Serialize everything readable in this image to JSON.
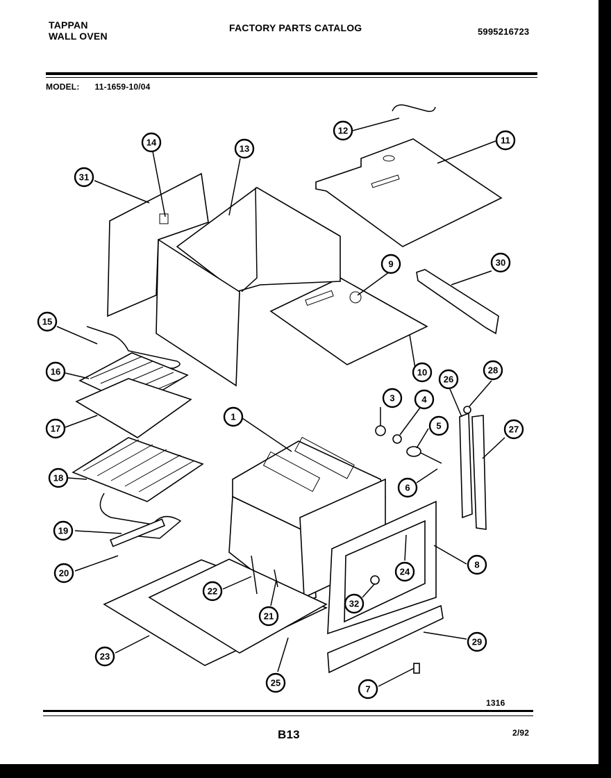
{
  "header": {
    "brand_line1": "TAPPAN",
    "brand_line2": "WALL OVEN",
    "catalog_title": "FACTORY PARTS CATALOG",
    "catalog_number": "5995216723"
  },
  "model": {
    "label": "MODEL:",
    "value": "11-1659-10/04"
  },
  "callouts": [
    "1",
    "3",
    "4",
    "5",
    "6",
    "7",
    "8",
    "9",
    "10",
    "11",
    "12",
    "13",
    "14",
    "15",
    "16",
    "17",
    "18",
    "19",
    "20",
    "21",
    "22",
    "23",
    "24",
    "25",
    "26",
    "27",
    "28",
    "29",
    "30",
    "31",
    "32"
  ],
  "footer": {
    "drawing_number": "1316",
    "page_id": "B13",
    "date": "2/92"
  }
}
